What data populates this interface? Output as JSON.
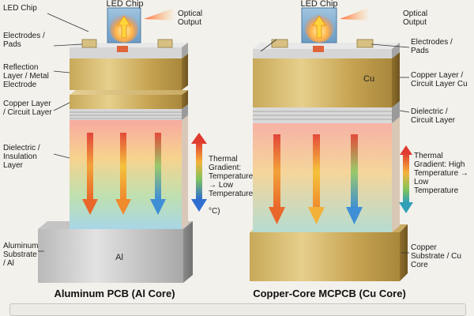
{
  "left": {
    "caption": "Aluminum PCB (Al Core)",
    "labels": {
      "led_chip": "LED Chip",
      "optical_output": "Optical Output",
      "electrodes": "Electrodes / Pads",
      "reflection": "Reflection Layer / Metal Electrode",
      "copper": "Copper Layer / Circuit Layer",
      "dielectric": "Dielectric / Insulation Layer",
      "gradient": "Thermal Gradient: Temperature → Low Temperature",
      "unit": "°C)",
      "substrate": "Aluminum Substrate / Al",
      "substrate_inline": "Al"
    }
  },
  "right": {
    "caption": "Copper-Core MCPCB (Cu Core)",
    "labels": {
      "led_chip": "LED Chip",
      "optical_output": "Optical Output",
      "electrodes": "Electrodes / Pads",
      "copper": "Copper Layer / Circuit Layer Cu",
      "copper_inline": "Cu",
      "dielectric": "Dielectric / Circuit Layer",
      "gradient": "Thermal Gradient: High Temperature → Low Temperature",
      "substrate": "Copper Substrate / Cu Core"
    }
  }
}
